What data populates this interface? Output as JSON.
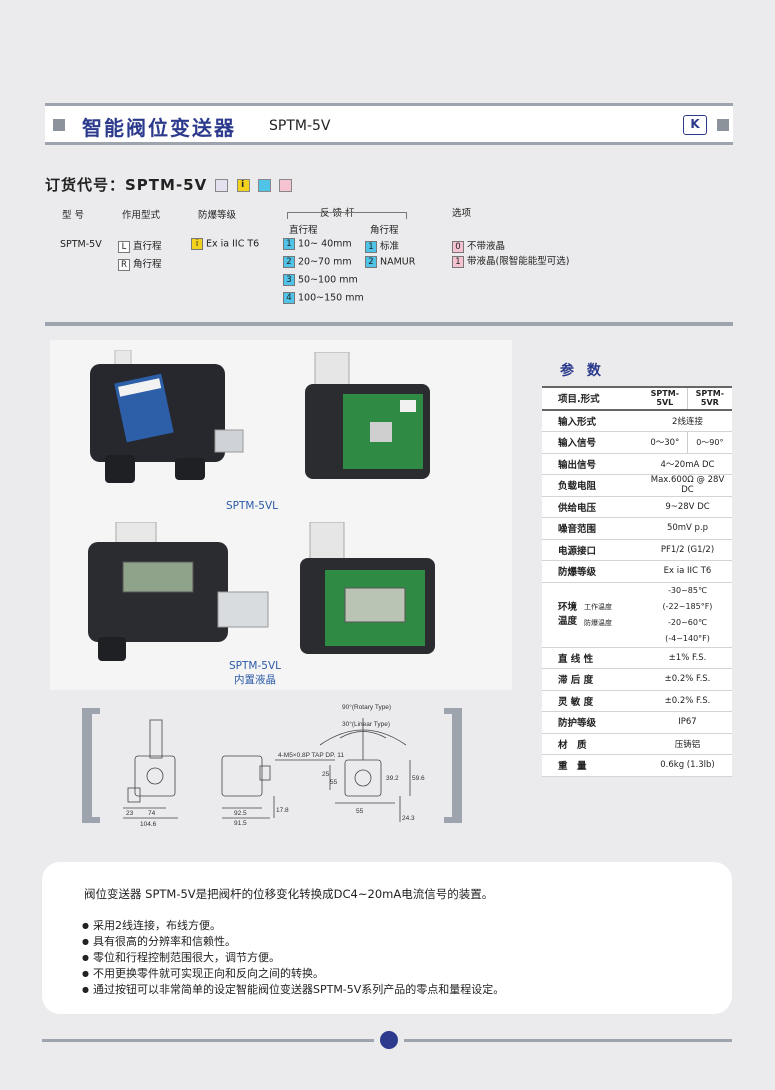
{
  "header": {
    "title": "智能阀位变送器",
    "model": "SPTM-5V",
    "cert_mark": "K"
  },
  "order": {
    "label": "订货代号：SPTM-5V",
    "chips": [
      "",
      "i",
      "",
      ""
    ],
    "headers": {
      "model": "型 号",
      "action": "作用型式",
      "explosion": "防爆等级",
      "feedback": "反 馈 杆",
      "feedback_linear": "直行程",
      "feedback_rotary": "角行程",
      "options": "选项"
    },
    "model_value": "SPTM-5V",
    "action": [
      {
        "code": "L",
        "text": "直行程"
      },
      {
        "code": "R",
        "text": "角行程"
      }
    ],
    "explosion": {
      "code": "i",
      "text": "Ex ia IIC T6"
    },
    "linear": [
      {
        "code": "1",
        "text": "10~ 40mm"
      },
      {
        "code": "2",
        "text": "20~70 mm"
      },
      {
        "code": "3",
        "text": "50~100 mm"
      },
      {
        "code": "4",
        "text": "100~150 mm"
      }
    ],
    "rotary": [
      {
        "code": "1",
        "text": "标准"
      },
      {
        "code": "2",
        "text": "NAMUR"
      }
    ],
    "options": [
      {
        "code": "0",
        "text": "不带液晶"
      },
      {
        "code": "1",
        "text": "带液晶(限智能能型可选)"
      }
    ]
  },
  "photos": {
    "caption1": "SPTM-5VL",
    "caption2_line1": "SPTM-5VL",
    "caption2_line2": "内置液晶"
  },
  "params": {
    "title": "参 数",
    "head": {
      "item": "项目.形式",
      "col1": "SPTM-5VL",
      "col2": "SPTM-5VR"
    },
    "rows": [
      {
        "k": "输入形式",
        "v": "2线连接"
      },
      {
        "k": "输入信号",
        "v1": "0～30°",
        "v2": "0～90°"
      },
      {
        "k": "输出信号",
        "v": "4～20mA DC"
      },
      {
        "k": "负载电阻",
        "v": "Max.600Ω @ 28V DC"
      },
      {
        "k": "供给电压",
        "v": "9~28V DC"
      },
      {
        "k": "噪音范围",
        "v": "50mV p.p"
      },
      {
        "k": "电源接口",
        "v": "PF1/2 (G1/2)"
      },
      {
        "k": "防爆等级",
        "v": "Ex ia IIC T6"
      },
      {
        "k": "环境温度",
        "sub1": "工作温度",
        "sv1": "-30~85℃(-22~185°F)",
        "sub2": "防爆温度",
        "sv2": "-20~60℃(-4~140°F)"
      },
      {
        "k": "直 线 性",
        "v": "±1% F.S."
      },
      {
        "k": "滞 后 度",
        "v": "±0.2% F.S."
      },
      {
        "k": "灵 敏 度",
        "v": "±0.2% F.S."
      },
      {
        "k": "防护等级",
        "v": "IP67"
      },
      {
        "k": "材　质",
        "v": "压铸铝"
      },
      {
        "k": "重　量",
        "v": "0.6kg (1.3lb)"
      }
    ]
  },
  "drawing": {
    "rotary_type": "90°(Rotary Type)",
    "linear_type": "30°(Linear Type)",
    "tap": "4-M5×0.8P TAP DP. 11",
    "dims": [
      "23",
      "74",
      "104.6",
      "92.5",
      "91.5",
      "17.8",
      "55",
      "55",
      "39.2",
      "59.6",
      "24.3",
      "25"
    ]
  },
  "description": {
    "intro": "阀位变送器 SPTM-5V是把阀杆的位移变化转换成DC4~20mA电流信号的装置。",
    "bullets": [
      "采用2线连接，布线方便。",
      "具有很高的分辨率和信赖性。",
      "零位和行程控制范围很大，调节方便。",
      "不用更换零件就可实现正向和反向之间的转换。",
      "通过按钮可以非常简单的设定智能阀位变送器SPTM-5V系列产品的零点和量程设定。"
    ]
  }
}
